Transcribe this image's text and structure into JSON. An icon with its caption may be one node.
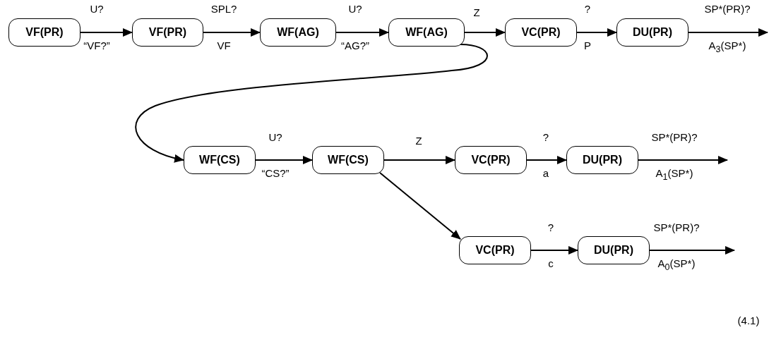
{
  "diagram": {
    "nodes": [
      {
        "text": [
          "VF(PR)"
        ]
      },
      {
        "text": [
          "VF(PR)"
        ]
      },
      {
        "text": [
          "WF(AG)"
        ]
      },
      {
        "text": [
          "WF(AG)"
        ]
      },
      {
        "text": [
          "VC(PR)"
        ]
      },
      {
        "text": [
          "DU(PR)"
        ]
      },
      {
        "text": [
          "WF(CS)"
        ]
      },
      {
        "text": [
          "WF(CS)"
        ]
      },
      {
        "text": [
          "VC(PR)"
        ]
      },
      {
        "text": [
          "DU(PR)"
        ]
      },
      {
        "text": [
          "VC(PR)"
        ]
      },
      {
        "text": [
          "DU(PR)"
        ]
      }
    ],
    "edges": [
      {
        "from": 0,
        "to": 1,
        "arrow": "to",
        "label": "U?"
      },
      {
        "from": 1,
        "to": 2,
        "arrow": "to",
        "label": "SPL?"
      },
      {
        "from": 2,
        "to": 3,
        "arrow": "to",
        "label": "U?"
      },
      {
        "from": 3,
        "to": 4,
        "arrow": "to",
        "label": "Z"
      },
      {
        "from": 4,
        "to": 5,
        "arrow": "to",
        "label": "?"
      },
      {
        "from": 5,
        "to": null,
        "arrow": "to",
        "label": "SP*(PR)?"
      },
      {
        "from": 3,
        "to": 6,
        "arrow": "to"
      },
      {
        "from": 6,
        "to": 7,
        "arrow": "to",
        "label": "U?"
      },
      {
        "from": 7,
        "to": 8,
        "arrow": "to",
        "label": "Z"
      },
      {
        "from": 8,
        "to": 9,
        "arrow": "to",
        "label": "?"
      },
      {
        "from": 9,
        "to": null,
        "arrow": "to",
        "label": "SP*(PR)?"
      },
      {
        "from": 7,
        "to": 10,
        "arrow": "to"
      },
      {
        "from": 10,
        "to": 11,
        "arrow": "to",
        "label": "?"
      },
      {
        "from": 11,
        "to": null,
        "arrow": "to",
        "label": "SP*(PR)?"
      }
    ],
    "labels": [
      "“VF?”",
      "VF",
      "“AG?”",
      "P",
      "A$_{3}$(SP*)",
      "“CS?”",
      "a",
      "A$_{1}$(SP*)",
      "c",
      "A$_{0}$(SP*)",
      "(4.1)"
    ]
  }
}
